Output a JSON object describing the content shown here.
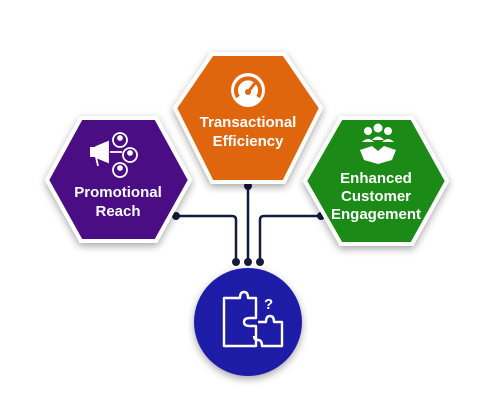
{
  "nodes": {
    "promotional": {
      "line1": "Promotional",
      "line2": "Reach",
      "color": "#4b0f83",
      "icon": "megaphone-people-icon"
    },
    "transactional": {
      "line1": "Transactional",
      "line2": "Efficiency",
      "color": "#e0660f",
      "icon": "speedometer-icon"
    },
    "engagement": {
      "line1": "Enhanced",
      "line2": "Customer",
      "line3": "Engagement",
      "color": "#1e8a16",
      "icon": "handshake-group-icon"
    }
  },
  "hub": {
    "color": "#1d1aa6",
    "icon": "puzzle-question-icon"
  },
  "connector_color": "#141a3a"
}
